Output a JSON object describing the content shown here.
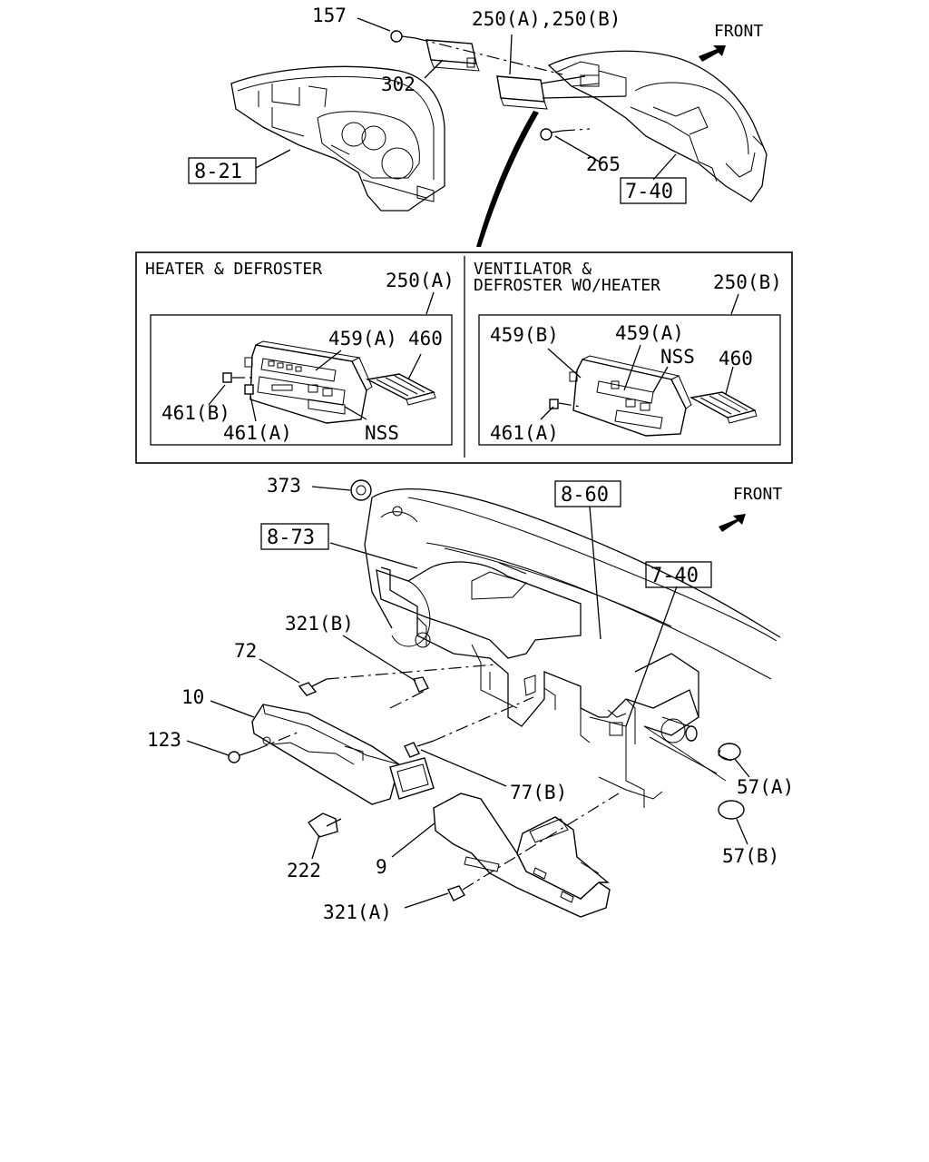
{
  "diagram": {
    "front_top": "FRONT",
    "front_bottom": "FRONT",
    "callouts": {
      "c157": "157",
      "c250ab": "250(A),250(B)",
      "c302": "302",
      "c265": "265",
      "c373": "373",
      "c321b": "321(B)",
      "c72": "72",
      "c10": "10",
      "c123": "123",
      "c77b": "77(B)",
      "c222": "222",
      "c9": "9",
      "c321a": "321(A)",
      "c57a": "57(A)",
      "c57b": "57(B)"
    },
    "refs": {
      "r821": "8-21",
      "r740_top": "7-40",
      "r860": "8-60",
      "r873": "8-73",
      "r740_bottom": "7-40"
    },
    "inset": {
      "left": {
        "title": "HEATER & DEFROSTER",
        "assembly": "250(A)",
        "c459a": "459(A)",
        "c460": "460",
        "c461b": "461(B)",
        "c461a": "461(A)",
        "nss": "NSS"
      },
      "right": {
        "title_line1": "VENTILATOR &",
        "title_line2": "DEFROSTER WO/HEATER",
        "assembly": "250(B)",
        "c459b": "459(B)",
        "c459a": "459(A)",
        "nss": "NSS",
        "c460": "460",
        "c461a": "461(A)"
      }
    }
  }
}
